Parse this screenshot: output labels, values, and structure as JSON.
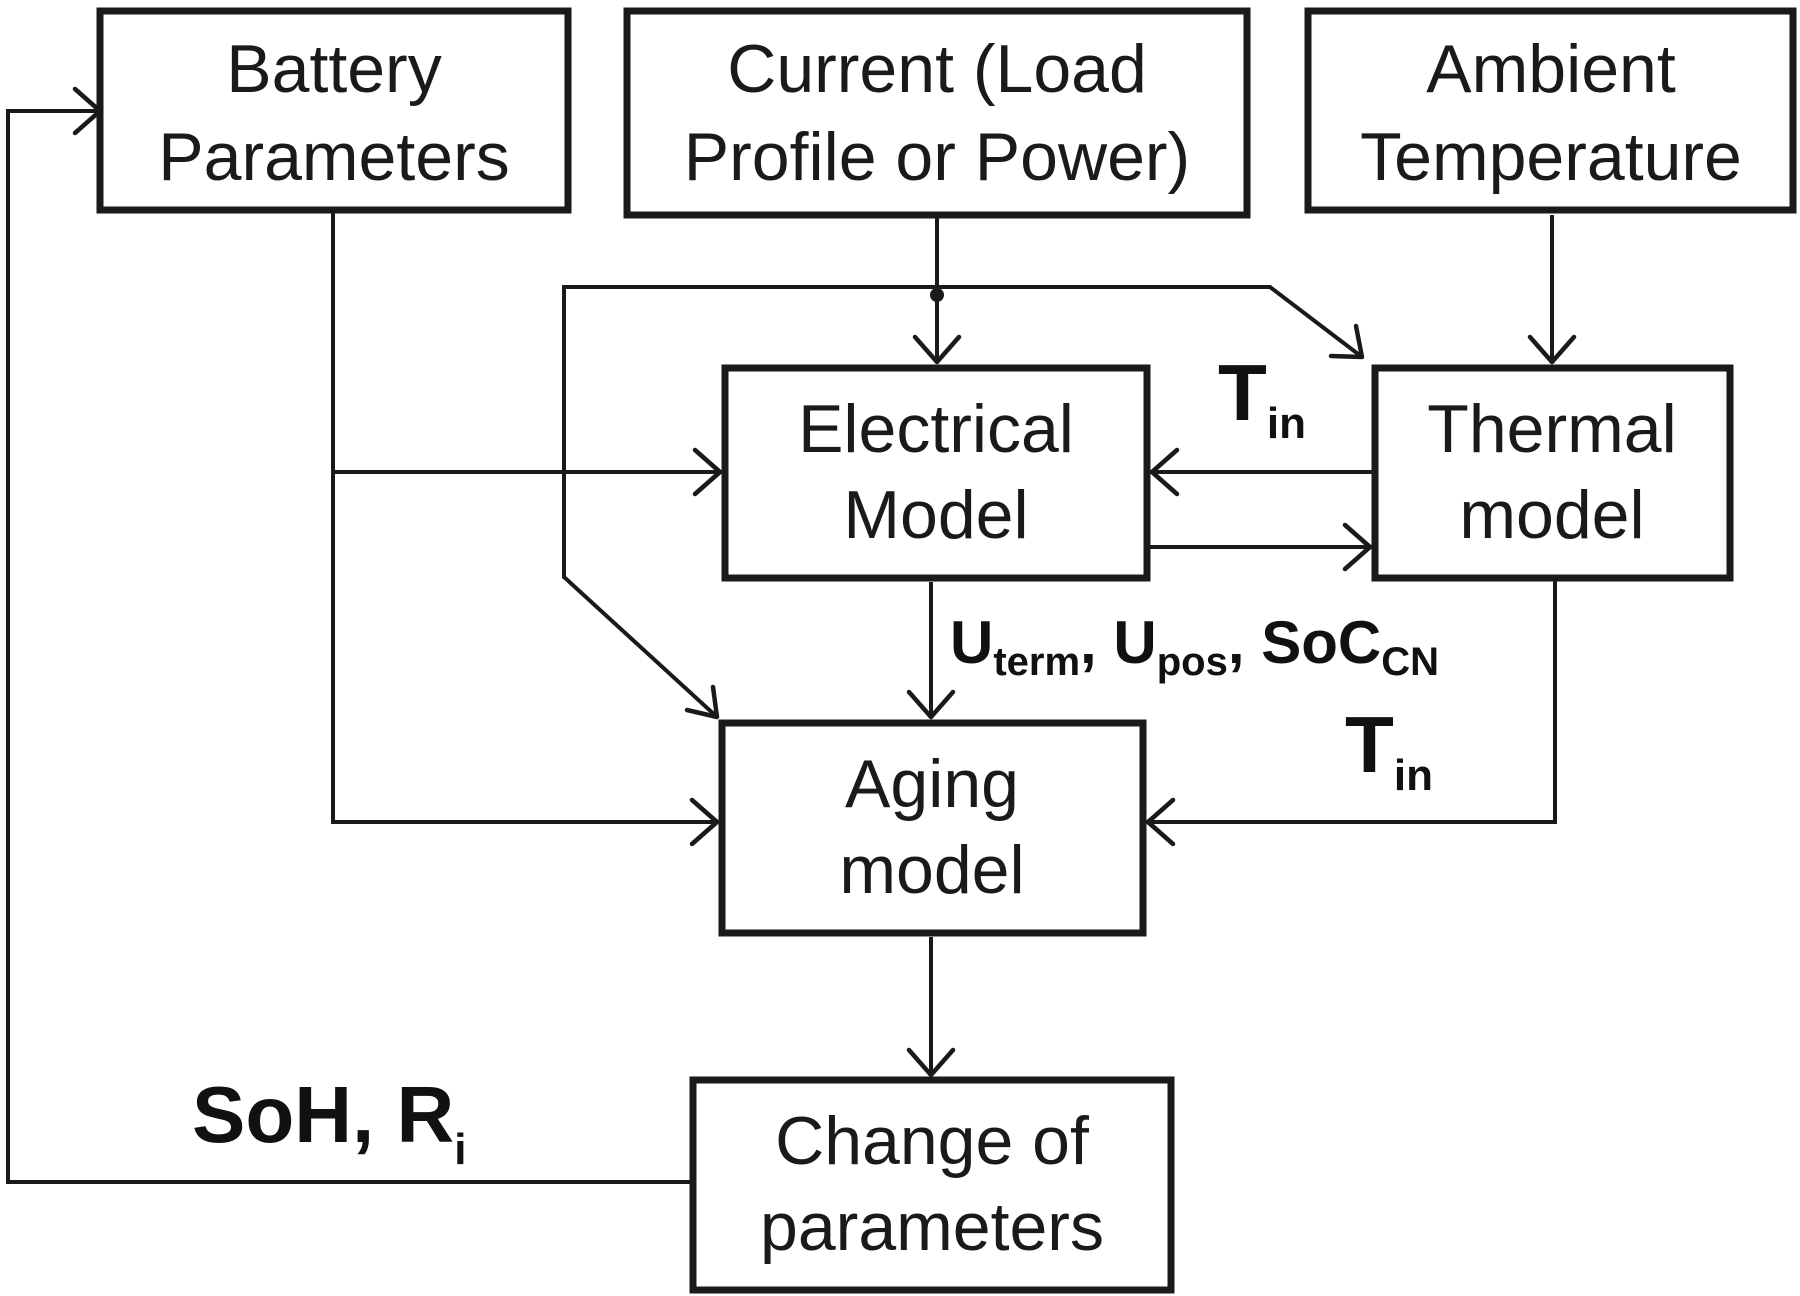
{
  "boxes": {
    "battery_parameters": [
      "Battery",
      "Parameters"
    ],
    "current_load": [
      "Current (Load",
      "Profile or Power)"
    ],
    "ambient_temperature": [
      "Ambient",
      "Temperature"
    ],
    "electrical_model": [
      "Electrical",
      "Model"
    ],
    "thermal_model": [
      "Thermal",
      "model"
    ],
    "aging_model": [
      "Aging",
      "model"
    ],
    "change_of_parameters": [
      "Change of",
      "parameters"
    ]
  },
  "labels": {
    "tin_upper": {
      "main": "T",
      "sub": "in"
    },
    "tin_lower": {
      "main": "T",
      "sub": "in"
    },
    "electrical_outputs": {
      "u1": "U",
      "u1_sub": "term",
      "sep1": ", ",
      "u2": "U",
      "u2_sub": "pos",
      "sep2": ", ",
      "soc": "SoC",
      "soc_sub": "CN"
    },
    "feedback": {
      "soh": "SoH, ",
      "r": "R",
      "r_sub": "i"
    }
  }
}
